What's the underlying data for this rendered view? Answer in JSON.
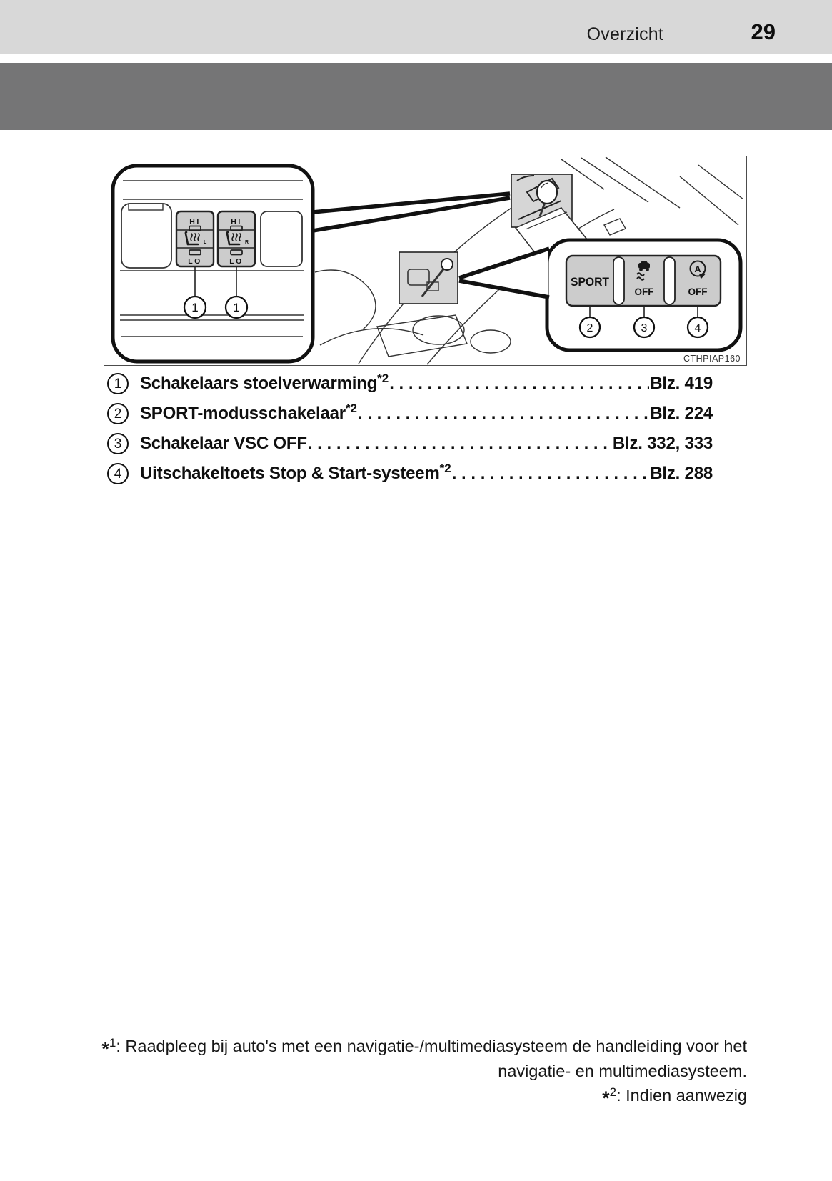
{
  "header": {
    "section": "Overzicht",
    "page_number": "29"
  },
  "illustration": {
    "caption_code": "CTHPIAP160",
    "seat_switch": {
      "hi": "HI",
      "lo": "LO",
      "left_sub": "L",
      "right_sub": "R"
    },
    "buttons": {
      "sport": "SPORT",
      "vsc_label": "OFF",
      "a_letter": "A",
      "a_label": "OFF"
    },
    "icons": {
      "seat_heater": "seat-heat-icon",
      "vsc_off": "car-skid-icon",
      "stop_start": "a-circle-arrow-icon"
    },
    "callouts": {
      "seat_left": "1",
      "seat_right": "1",
      "sport": "2",
      "vsc": "3",
      "stop_start": "4"
    }
  },
  "list": {
    "leader_dots": ". . . . . . . . . . . . . . . . . . . . . . . . . . . . . . . . . . . . . . . . . . . . . . . . . . . . . . . . . . .",
    "items": [
      {
        "num": "1",
        "label": "Schakelaars stoelverwarming",
        "sup": "*2",
        "page": "Blz. 419"
      },
      {
        "num": "2",
        "label": "SPORT-modusschakelaar",
        "sup": "*2",
        "page": "Blz. 224"
      },
      {
        "num": "3",
        "label": "Schakelaar VSC OFF",
        "sup": "",
        "page": "Blz. 332, 333"
      },
      {
        "num": "4",
        "label": "Uitschakeltoets Stop & Start-systeem",
        "sup": "*2",
        "page": "Blz. 288"
      }
    ]
  },
  "footnotes": {
    "fn1": {
      "star": "*",
      "num": "1",
      "line1": ": Raadpleeg bij auto's met een navigatie-/multimediasysteem de handleiding voor het",
      "line2": "navigatie- en multimediasysteem."
    },
    "fn2": {
      "star": "*",
      "num": "2",
      "text": ": Indien aanwezig"
    }
  },
  "colors": {
    "band_light": "#d8d8d8",
    "band_dark": "#757576",
    "panel_gray": "#cccccc",
    "highlight_gray": "#d6d6d6",
    "line_black": "#111111"
  }
}
